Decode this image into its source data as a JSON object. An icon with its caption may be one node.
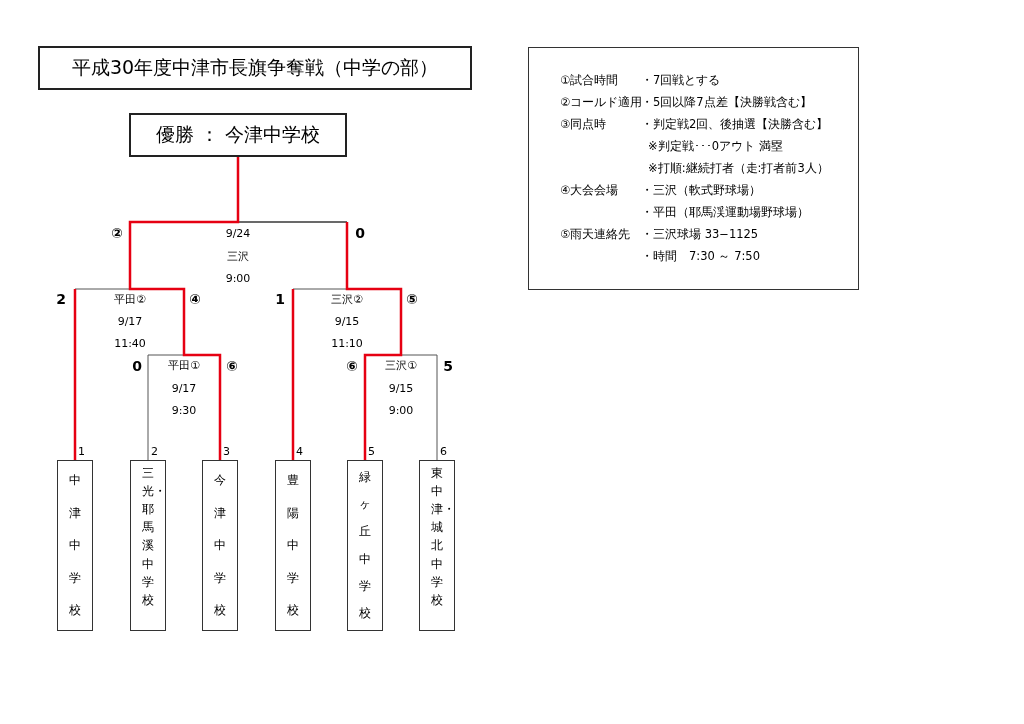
{
  "diagram": {
    "title": "平成30年度中津市長旗争奪戦（中学の部）",
    "nodes": [
      {
        "text": [
          "優勝 ： 今津中学校"
        ]
      },
      {
        "text": [
          "中津中学校"
        ],
        "beside": [
          "1"
        ]
      },
      {
        "text": [
          "三光・耶馬溪中学校"
        ],
        "beside": [
          "2"
        ]
      },
      {
        "text": [
          "今津中学校"
        ],
        "beside": [
          "3"
        ]
      },
      {
        "text": [
          "豊陽中学校"
        ],
        "beside": [
          "4"
        ]
      },
      {
        "text": [
          "緑ヶ丘中学校"
        ],
        "beside": [
          "5"
        ]
      },
      {
        "text": [
          "東中津・城北中学校"
        ],
        "beside": [
          "6"
        ]
      },
      {
        "text": [
          "①試合時間",
          "・7回戦とする",
          "②コールド適用",
          "・5回以降7点差【決勝戦含む】",
          "③同点時",
          "・判定戦2回、後抽選【決勝含む】",
          "※判定戦･･･0アウト 満塁",
          "※打順:継続打者（走:打者前3人）",
          "④大会会場",
          "・三沢（軟式野球場）",
          "・平田（耶馬渓運動場野球場）",
          "⑤雨天連絡先",
          "・三沢球場 33−1125",
          "・時間　7:30 ～ 7:50"
        ]
      }
    ],
    "edges": [
      {
        "from": 1,
        "to": 0,
        "arrow": "none"
      },
      {
        "from": 2,
        "to": 0,
        "arrow": "none"
      },
      {
        "from": 3,
        "to": 0,
        "arrow": "none",
        "color": "#e60012"
      },
      {
        "from": 4,
        "to": 0,
        "arrow": "none"
      },
      {
        "from": 5,
        "to": 0,
        "arrow": "none"
      },
      {
        "from": 6,
        "to": 0,
        "arrow": "none"
      }
    ],
    "labels": [
      "②",
      "9/24",
      "0",
      "三沢",
      "9:00",
      "2",
      "平田②",
      "④",
      "1",
      "三沢②",
      "⑤",
      "9/17",
      "9/15",
      "11:40",
      "11:10",
      "0",
      "平田①",
      "⑥",
      "⑥",
      "三沢①",
      "5",
      "9/17",
      "9/15",
      "9:30",
      "9:00"
    ]
  }
}
